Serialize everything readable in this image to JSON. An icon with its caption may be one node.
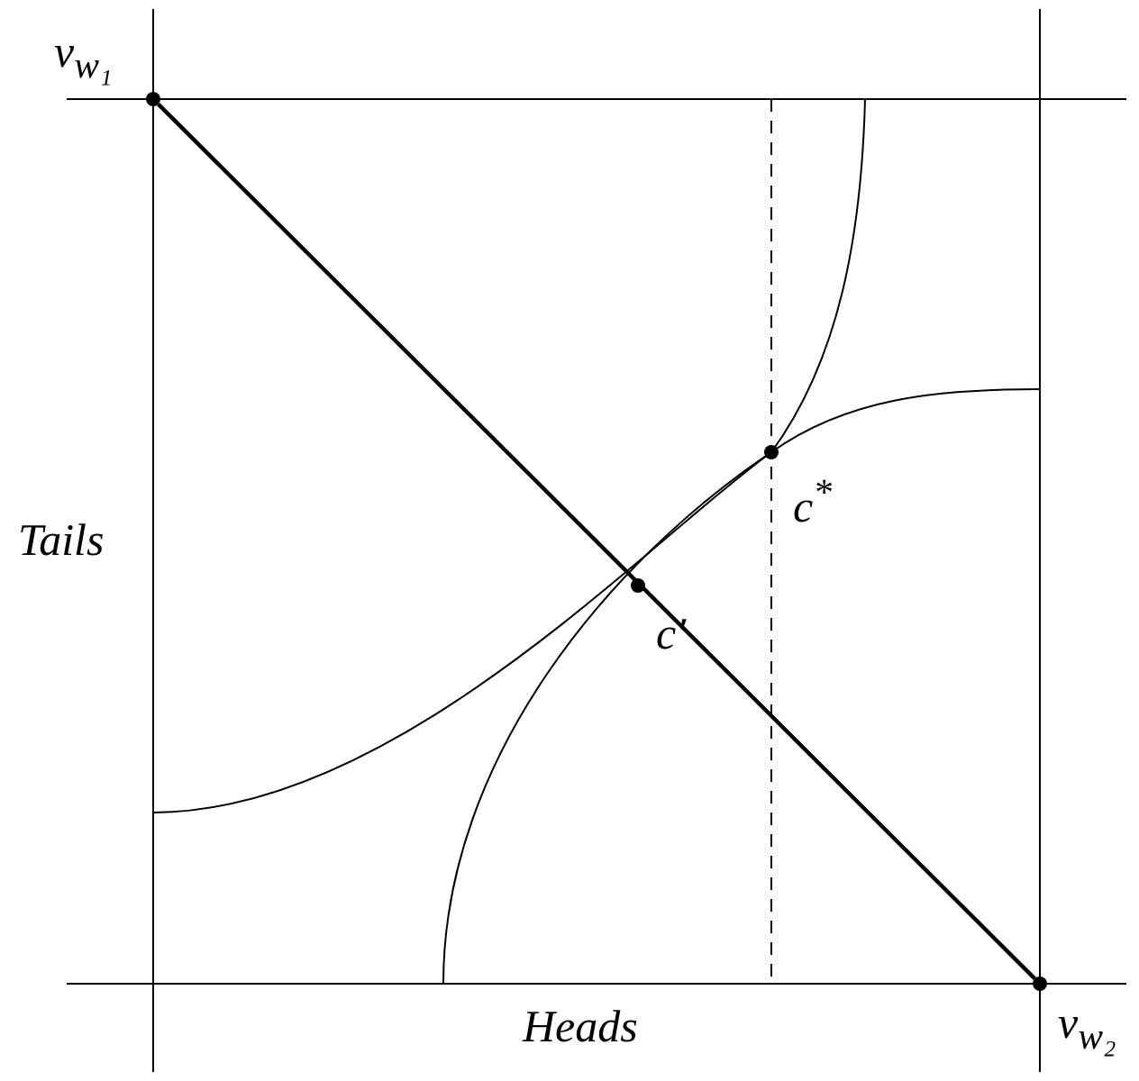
{
  "diagram": {
    "nodes": [
      {
        "text": [],
        "shape": "circle",
        "beside": [
          "v$_{w₁}$"
        ]
      },
      {
        "text": [],
        "shape": "circle",
        "beside": [
          "c$^{*}$"
        ]
      },
      {
        "text": [],
        "shape": "circle",
        "beside": [
          "c′"
        ]
      },
      {
        "text": [],
        "shape": "circle",
        "beside": [
          "v$_{w₂}$"
        ]
      }
    ],
    "edges": [
      {
        "from": 0,
        "to": 3,
        "arrow": "none"
      }
    ],
    "labels": [
      "Tails",
      "Heads"
    ]
  }
}
